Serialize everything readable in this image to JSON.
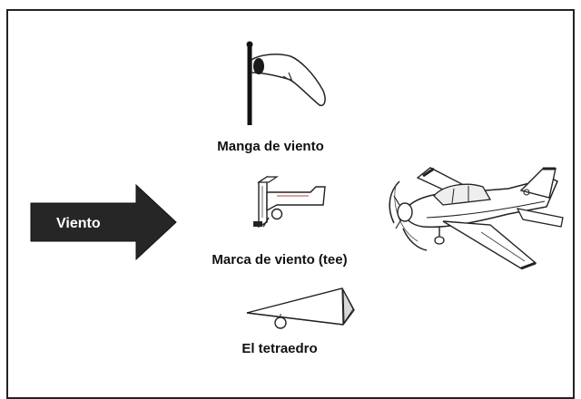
{
  "arrow": {
    "label": "Viento",
    "color": "#222222"
  },
  "indicators": [
    {
      "label": "Manga de viento",
      "icon": "windsock-icon"
    },
    {
      "label": "Marca de viento (tee)",
      "icon": "wind-tee-icon"
    },
    {
      "label": "El tetraedro",
      "icon": "tetrahedron-icon"
    }
  ],
  "airplane": {
    "icon": "airplane-icon"
  }
}
